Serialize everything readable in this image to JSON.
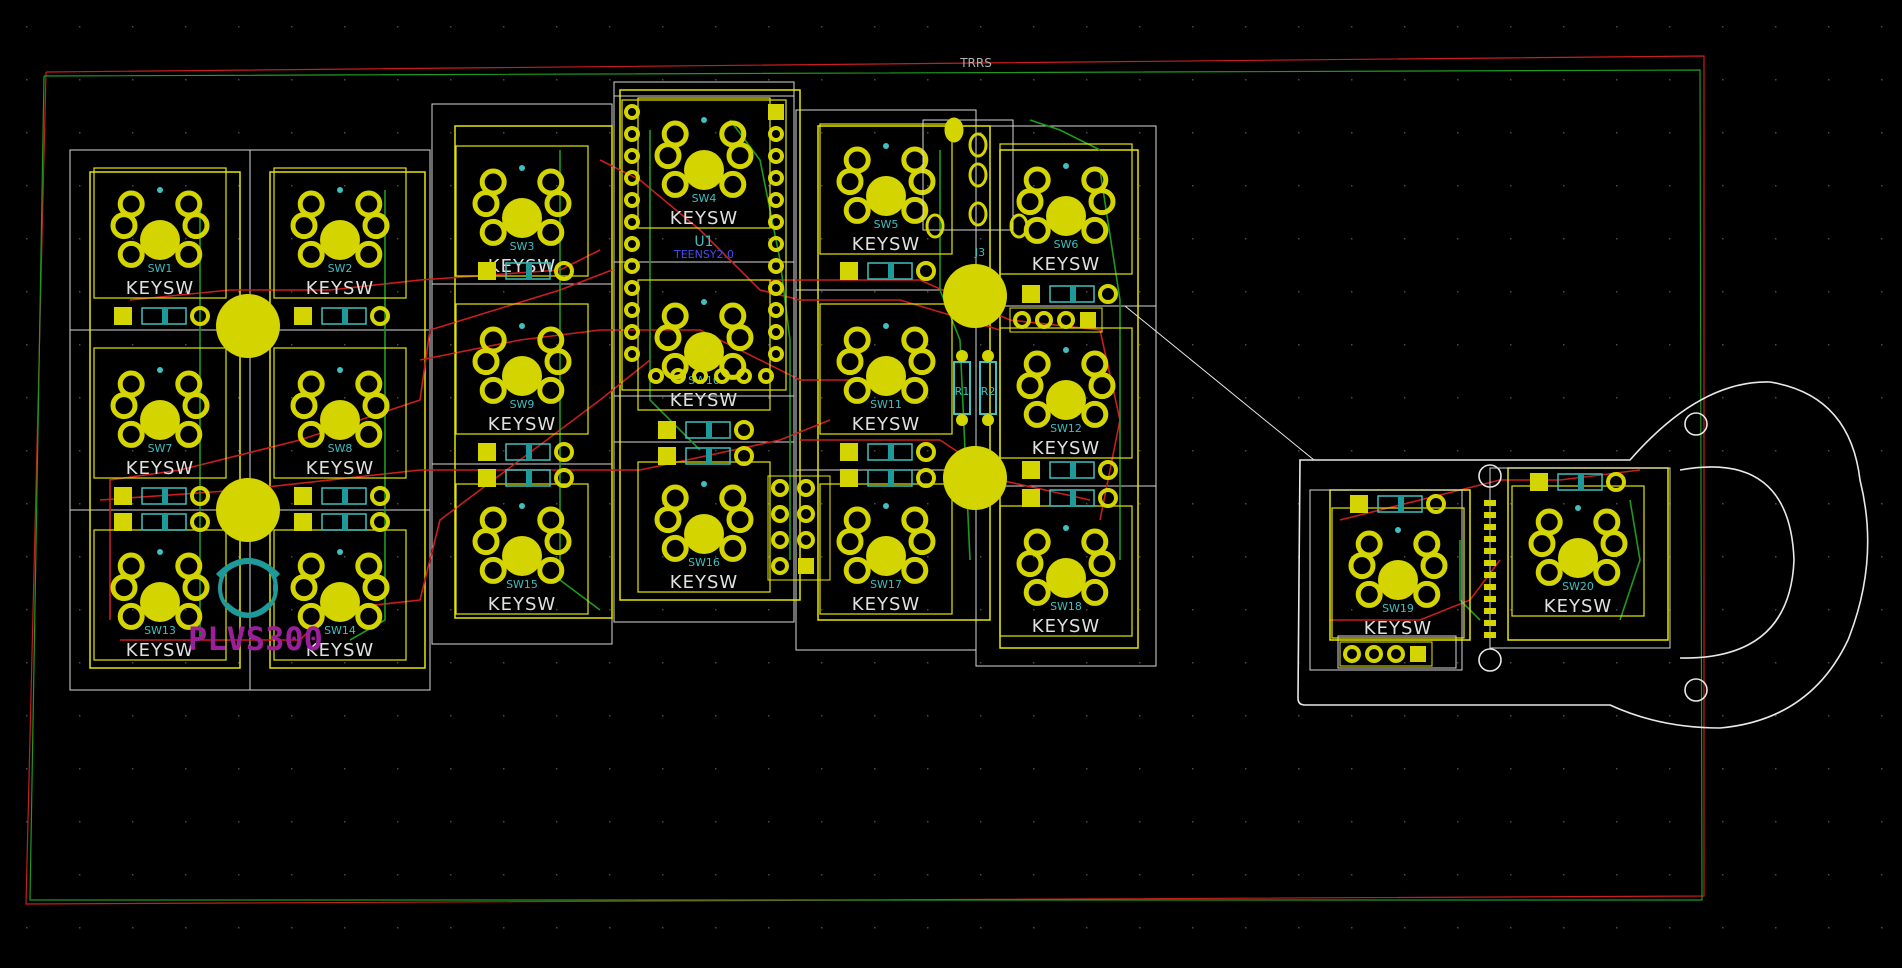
{
  "board": {
    "header_label": "TRRS",
    "switch_value": "KEYSW",
    "switches": [
      {
        "ref": "SW1"
      },
      {
        "ref": "SW2"
      },
      {
        "ref": "SW3"
      },
      {
        "ref": "SW4"
      },
      {
        "ref": "SW5"
      },
      {
        "ref": "SW6"
      },
      {
        "ref": "SW7"
      },
      {
        "ref": "SW8"
      },
      {
        "ref": "SW9"
      },
      {
        "ref": "SW10"
      },
      {
        "ref": "SW11"
      },
      {
        "ref": "SW12"
      },
      {
        "ref": "SW13"
      },
      {
        "ref": "SW14"
      },
      {
        "ref": "SW15"
      },
      {
        "ref": "SW16"
      },
      {
        "ref": "SW17"
      },
      {
        "ref": "SW18"
      },
      {
        "ref": "SW19"
      },
      {
        "ref": "SW20"
      }
    ],
    "mcu_ref": "U1",
    "mcu_value": "TEENSY2.0",
    "jack_ref": "J3",
    "resistors": [
      "R1",
      "R2"
    ],
    "logo_text": "PLVS300",
    "colors": {
      "background": "#000000",
      "pad": "#d4d400",
      "front_copper": "#c81e1e",
      "back_copper": "#1e9a1e",
      "silkscreen": "#e6e600",
      "edge": "#e8e8e8",
      "fab": "#3fbfbf"
    }
  }
}
